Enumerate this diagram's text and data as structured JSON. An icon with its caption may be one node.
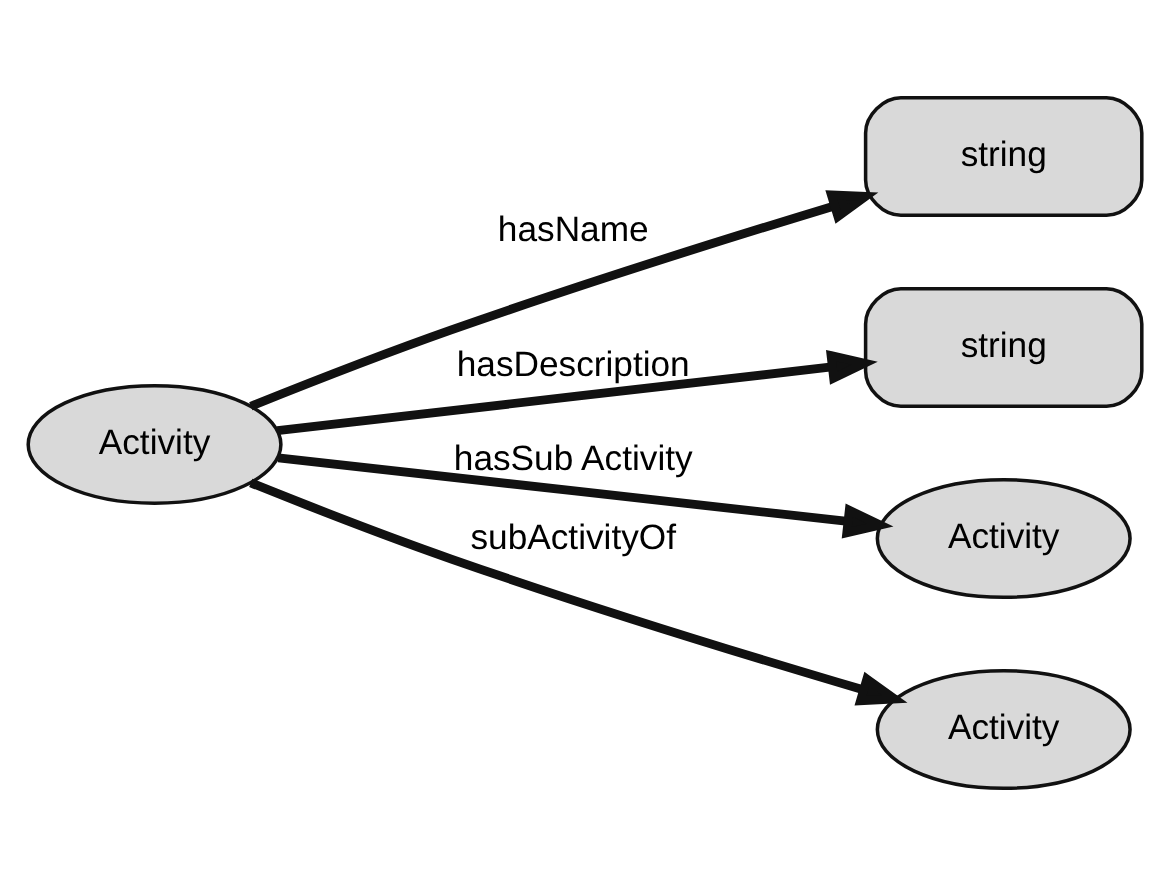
{
  "diagram": {
    "nodes": [
      {
        "text": [
          "Activity"
        ]
      },
      {
        "text": [
          "string"
        ]
      },
      {
        "text": [
          "string"
        ]
      },
      {
        "text": [
          "Activity"
        ]
      },
      {
        "text": [
          "Activity"
        ]
      }
    ],
    "edges": [
      {
        "from": 0,
        "to": 1,
        "label": "hasName",
        "arrow": "to"
      },
      {
        "from": 0,
        "to": 2,
        "label": "hasDescription",
        "arrow": "to"
      },
      {
        "from": 0,
        "to": 3,
        "label": "hasSub Activity",
        "arrow": "to"
      },
      {
        "from": 0,
        "to": 4,
        "label": "subActivityOf",
        "arrow": "to"
      }
    ]
  }
}
